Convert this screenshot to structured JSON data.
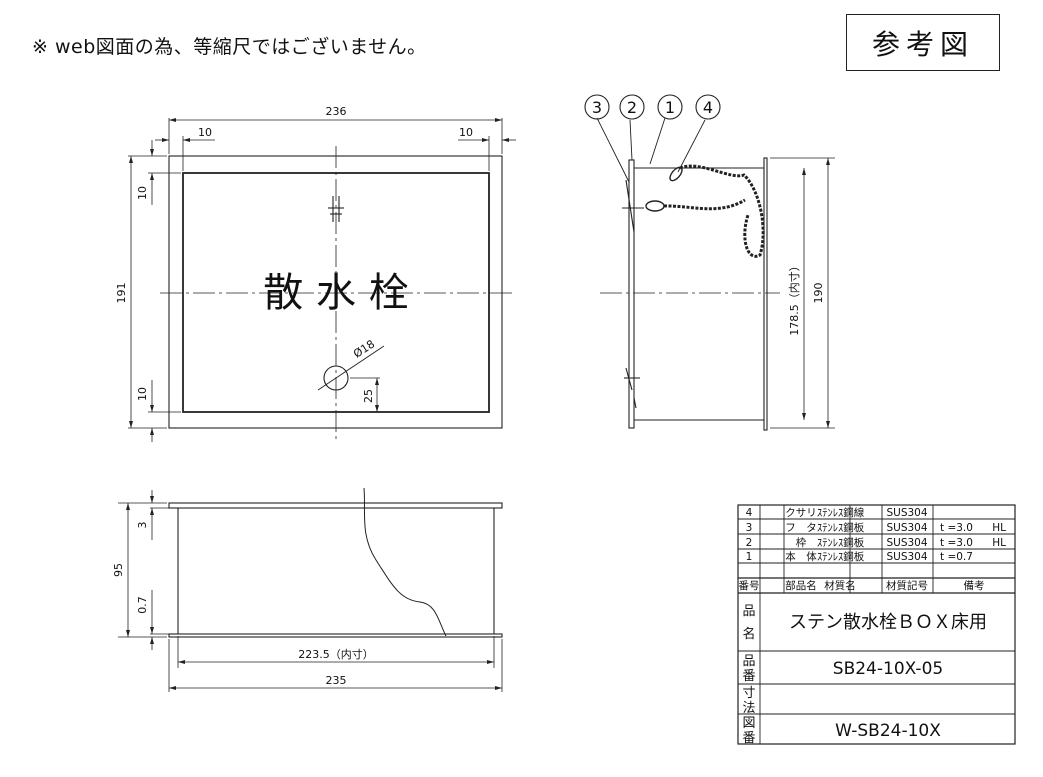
{
  "note": "※ web図面の為、等縮尺ではございません。",
  "ref_label": "参考図",
  "front_view": {
    "center_label": "散 水 栓",
    "dims": {
      "width": "236",
      "margin_left": "10",
      "margin_right": "10",
      "height": "191",
      "margin_top": "10",
      "margin_bottom": "10",
      "hole": "Ø18",
      "hole_offset": "25"
    }
  },
  "side_view": {
    "balloons": [
      "3",
      "2",
      "1",
      "4"
    ],
    "dims": {
      "inner_height": "178.5（内寸）",
      "outer_height": "190"
    }
  },
  "bottom_view": {
    "dims": {
      "height": "95",
      "top_thickness": "3",
      "bottom_thickness": "0.7",
      "inner_width": "223.5（内寸）",
      "outer_width": "235"
    }
  },
  "parts_table": {
    "rows": [
      [
        "4",
        "クサリ",
        "ｽﾃﾝﾚｽ鋼線",
        "SUS304",
        "",
        ""
      ],
      [
        "3",
        "フ　タ",
        "ｽﾃﾝﾚｽ鋼板",
        "SUS304",
        "t =3.0",
        "HL"
      ],
      [
        "2",
        "枠",
        "ｽﾃﾝﾚｽ鋼板",
        "SUS304",
        "t =3.0",
        "HL"
      ],
      [
        "1",
        "本　体",
        "ｽﾃﾝﾚｽ鋼板",
        "SUS304",
        "t =0.7",
        ""
      ]
    ],
    "header": [
      "番号",
      "部品名",
      "材質名",
      "材質記号",
      "備考"
    ],
    "product_name_label": "品名",
    "product_name": "ステン散水栓ＢＯＸ床用",
    "product_no_label": "品番",
    "product_no": "SB24-10X-05",
    "size_label": "寸法",
    "size": "",
    "drawing_no_label": "図番",
    "drawing_no": "W-SB24-10X"
  }
}
